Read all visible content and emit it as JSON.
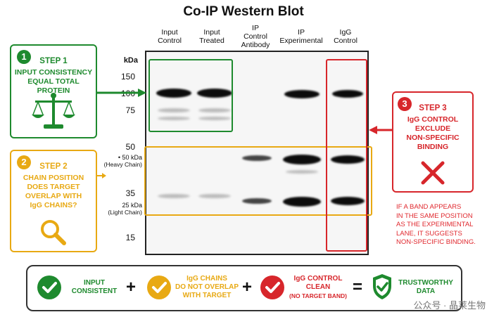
{
  "title": "Co-IP Western Blot",
  "lanes": [
    {
      "line1": "Input",
      "line2": "Control",
      "line3": ""
    },
    {
      "line1": "Input",
      "line2": "Treated",
      "line3": ""
    },
    {
      "line1": "IP",
      "line2": "Control",
      "line3": "Antibody"
    },
    {
      "line1": "IP",
      "line2": "Experimental",
      "line3": ""
    },
    {
      "line1": "IgG",
      "line2": "Control",
      "line3": ""
    }
  ],
  "kda_label": "kDa",
  "markers": [
    "150",
    "100",
    "75",
    "50",
    "35",
    "15"
  ],
  "heavy_chain": {
    "value": "50 kDa",
    "sub": "(Heavy Chain)"
  },
  "light_chain": {
    "value": "25 kDa",
    "sub": "(Light Chain)"
  },
  "step1": {
    "num": "1",
    "title": "STEP 1",
    "line1": "INPUT CONSISTENCY",
    "line2": "EQUAL TOTAL PROTEIN",
    "color": "#1e8a2e"
  },
  "step2": {
    "num": "2",
    "title": "STEP 2",
    "line1": "CHAIN POSITION",
    "line2": "DOES TARGET",
    "line3": "OVERLAP WITH",
    "line4": "IgG CHAINS?",
    "color": "#e8a913"
  },
  "step3": {
    "num": "3",
    "title": "STEP 3",
    "line1": "IgG CONTROL",
    "line2": "EXCLUDE",
    "line3": "NON-SPECIFIC",
    "line4": "BINDING",
    "color": "#d7262b"
  },
  "note": {
    "line1": "IF A BAND APPEARS",
    "line2": "IN THE SAME POSITION",
    "line3": "AS THE EXPERIMENTAL",
    "line4": "LANE, IT SUGGESTS",
    "line5": "NON-SPECIFIC BINDING."
  },
  "summary": {
    "item1": {
      "line1": "INPUT",
      "line2": "CONSISTENT"
    },
    "item2": {
      "line1": "IgG CHAINS",
      "line2": "DO NOT OVERLAP",
      "line3": "WITH TARGET"
    },
    "item3": {
      "line1": "IgG CONTROL",
      "line2": "CLEAN",
      "line3": "(NO TARGET BAND)"
    },
    "result": {
      "line1": "TRUSTWORTHY",
      "line2": "DATA"
    },
    "plus": "+",
    "equals": "="
  },
  "watermark": "公众号 · 晶莱生物"
}
